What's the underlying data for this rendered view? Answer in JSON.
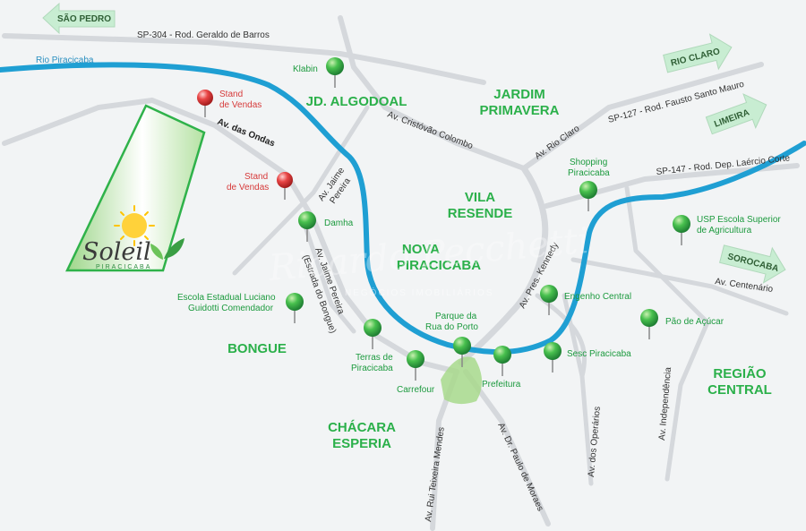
{
  "roads": {
    "sp304": "SP-304 - Rod. Geraldo de Barros",
    "sp127": "SP-127 - Rod. Fausto Santo Mauro",
    "sp147": "SP-147 - Rod. Dep. Laércio Corte",
    "av_ondas": "Av. das Ondas",
    "av_cristovao": "Av. Cristóvão Colombo",
    "av_rio_claro": "Av. Rio Claro",
    "av_jaime_pereira_1": "Av. Jaime",
    "av_jaime_pereira_2": "Pereira",
    "av_jaime_pereira_bongue_1": "Av. Jaime Pereira",
    "av_jaime_pereira_bongue_2": "(Estrada do Bongue)",
    "av_kennedy": "Av. Pres. Kennedy",
    "av_centenario": "Av. Centenário",
    "av_rui": "Av. Rui Teixeira Mendes",
    "av_paulo": "Av. Dr. Paulo de Moraes",
    "av_operarios": "Av. dos Operários",
    "av_independencia": "Av. Independência"
  },
  "river": {
    "label": "Rio Piracicaba"
  },
  "directions": {
    "sao_pedro": "SÃO PEDRO",
    "rio_claro": "RIO CLARO",
    "limeira": "LIMEIRA",
    "sorocaba": "SOROCABA"
  },
  "neighborhoods": {
    "algodoal": "JD. ALGODOAL",
    "jardim_1": "JARDIM",
    "jardim_2": "PRIMAVERA",
    "vila_1": "VILA",
    "vila_2": "RESENDE",
    "nova_1": "NOVA",
    "nova_2": "PIRACICABA",
    "bongue": "BONGUE",
    "regiao_1": "REGIÃO",
    "regiao_2": "CENTRAL",
    "chacara_1": "CHÁCARA",
    "chacara_2": "ESPERIA"
  },
  "stands": {
    "stand1_1": "Stand",
    "stand1_2": "de Vendas",
    "stand2_1": "Stand",
    "stand2_2": "de Vendas"
  },
  "pois": {
    "klabin": "Klabin",
    "damha": "Damha",
    "escola_1": "Escola Estadual Luciano",
    "escola_2": "Guidotti Comendador",
    "terras_1": "Terras de",
    "terras_2": "Piracicaba",
    "carrefour": "Carrefour",
    "parque_1": "Parque da",
    "parque_2": "Rua do Porto",
    "prefeitura": "Prefeitura",
    "sesc": "Sesc Piracicaba",
    "engenho": "Engenho Central",
    "pao": "Pão de Açúcar",
    "shopping_1": "Shopping",
    "shopping_2": "Piracicaba",
    "usp_1": "USP Escola Superior",
    "usp_2": "de Agricultura"
  },
  "logo": {
    "name": "Soleil",
    "city": "PIRACICABA"
  },
  "watermark": {
    "line1": "Ricardo Pecchetti",
    "line2": "NEGÓCIOS IMOBILIÁRIOS"
  },
  "colors": {
    "river": "#1f9fd3",
    "road": "#d5d8dc",
    "neighborhood": "#2bb04a",
    "pin_green": "#3cb84a",
    "pin_red": "#e03a3a",
    "site_fill": "#c8eab9"
  }
}
